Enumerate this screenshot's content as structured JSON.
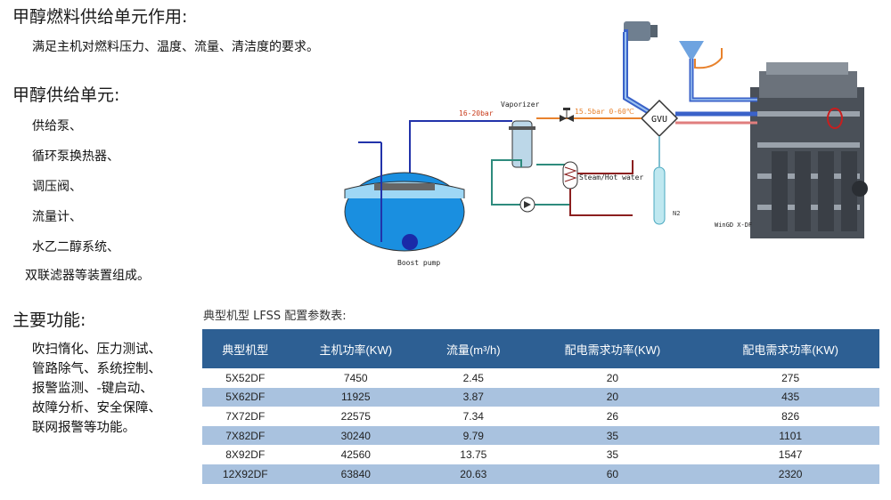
{
  "sections": {
    "role_title": "甲醇燃料供给单元作用:",
    "role_text": "满足主机对燃料压力、温度、流量、清洁度的要求。",
    "unit_title": "甲醇供给单元:",
    "unit_items": [
      "供给泵、",
      "循环泵换热器、",
      "调压阀、",
      "流量计、",
      "水乙二醇系统、",
      "双联滤器等装置组成。"
    ],
    "func_title": "主要功能:",
    "func_lines": [
      "吹扫惰化、压力测试、",
      "管路除气、系统控制、",
      "报警监测、-键启动、",
      "故障分析、安全保障、",
      "联网报警等功能。"
    ]
  },
  "diagram": {
    "vaporizer": "Vaporizer",
    "pressure_in": "16-20bar",
    "pressure_out": "15.5bar 0-60℃",
    "gvu": "GVU",
    "steam": "Steam/Hot water",
    "n2": "N2",
    "boost_pump": "Boost pump",
    "engine": "WinGD X-DF"
  },
  "table": {
    "caption": "典型机型  LFSS  配置参数表:",
    "headers": [
      "典型机型",
      "主机功率(KW)",
      "流量(m³/h)",
      "配电需求功率(KW)",
      "配电需求功率(KW)"
    ],
    "rows": [
      [
        "5X52DF",
        "7450",
        "2.45",
        "20",
        "275"
      ],
      [
        "5X62DF",
        "11925",
        "3.87",
        "20",
        "435"
      ],
      [
        "7X72DF",
        "22575",
        "7.34",
        "26",
        "826"
      ],
      [
        "7X82DF",
        "30240",
        "9.79",
        "35",
        "1101"
      ],
      [
        "8X92DF",
        "42560",
        "13.75",
        "35",
        "1547"
      ],
      [
        "12X92DF",
        "63840",
        "20.63",
        "60",
        "2320"
      ]
    ]
  },
  "colors": {
    "header_bg": "#2d5f93",
    "row_alt": "#a9c2df",
    "pipe_blue": "#3a62c9",
    "pipe_orange": "#e8822d",
    "pipe_green": "#2e8b7d",
    "pipe_red": "#8b1f1f"
  }
}
